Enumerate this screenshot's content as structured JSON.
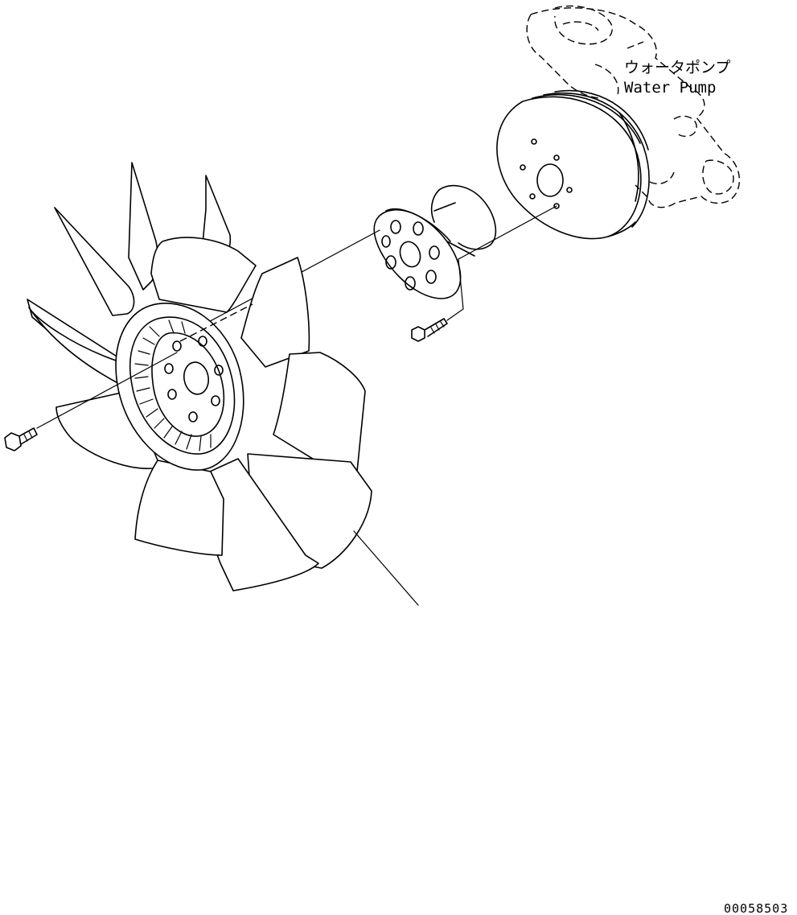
{
  "labels": {
    "part_name_jp": "ウォータポンプ",
    "part_name_en": "Water Pump"
  },
  "figure_code": "00058503"
}
